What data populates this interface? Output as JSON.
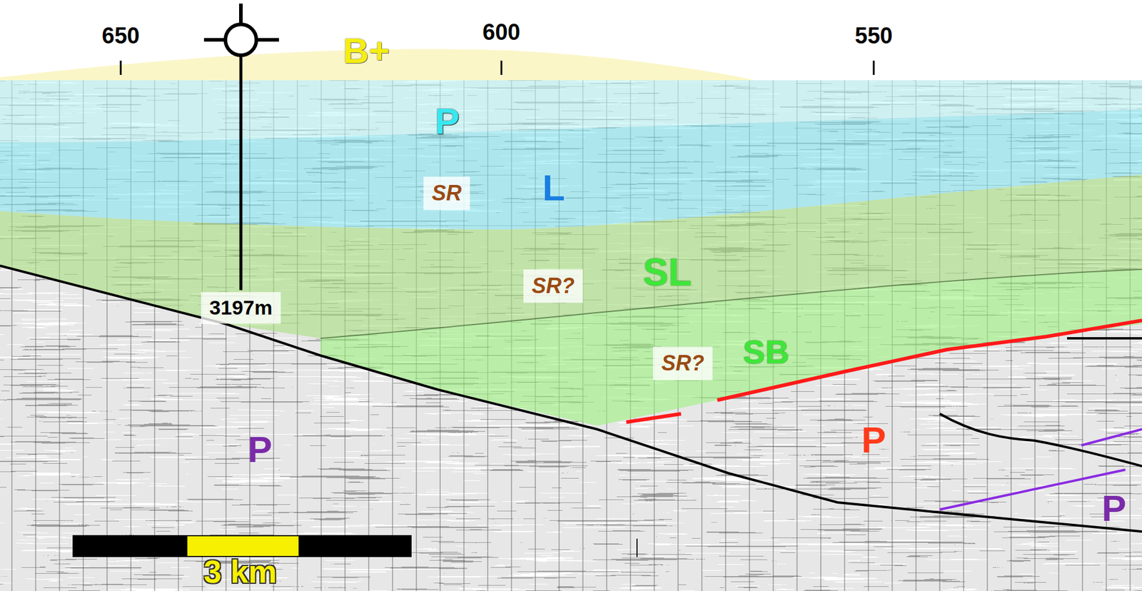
{
  "diagram": {
    "nodes": [
      {
        "text": [
          "SR"
        ]
      },
      {
        "text": [
          "SR?"
        ]
      },
      {
        "text": [
          "SR?"
        ]
      },
      {
        "text": [
          "3197m"
        ]
      }
    ],
    "labels": [
      "650",
      "600",
      "550",
      "B+",
      "P",
      "L",
      "SL",
      "SB",
      "P",
      "P",
      "P",
      "3 km"
    ]
  }
}
